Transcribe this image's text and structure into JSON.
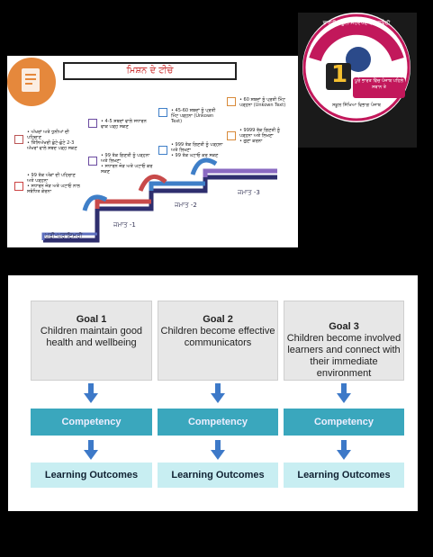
{
  "top_slide": {
    "title": "ਮਿਸ਼ਨ ਦੇ ਟੀਚੇ",
    "stages": [
      "ਪ੍ਰੀ-ਪ੍ਰਾਇਮਰੀ",
      "ਜਮਾਤ -1",
      "ਜਮਾਤ -2",
      "ਜਮਾਤ -3"
    ],
    "bullets_a": [
      "• ਅੱਖਰਾਂ ਅਤੇ ਧੁਨੀਆਂ ਦੀ ਪਹਿਚਾਣ",
      "• ਤਿੰਨਿਅੱਖਰੀ ਛੋਟੇ-ਛੋਟੇ 2-3 ਅੱਖਰਾਂ ਵਾਲੇ ਸ਼ਬਦ ਪੜ੍ਹ ਸਕਣ"
    ],
    "bullets_b": [
      "• 99 ਤੱਕ ਅੰਕਾਂ ਦੀ ਪਹਿਚਾਣ ਅਤੇ ਪੜ੍ਹਨਾ",
      "• ਸਧਾਰਨ ਜੋੜ ਅਤੇ ਘਟਾਓ ਨਾਲ ਸਬੰਧਿਤ ਕੇਰਨਾ"
    ],
    "bullets_c": [
      "• 4-5 ਸ਼ਬਦਾਂ ਵਾਲੇ ਸਧਾਰਨ ਵਾਕ ਪੜ੍ਹ ਸਕਣ"
    ],
    "bullets_d": [
      "• 99 ਤੱਕ ਗਿਣਤੀ ਨੂੰ ਪੜ੍ਹਨਾ ਅਤੇ ਲਿਖਣਾ",
      "• ਸਧਾਰਨ ਜੋੜ ਅਤੇ ਘਟਾਓ ਕਰ ਸਕਣ"
    ],
    "bullets_e": [
      "• 45-60 ਸ਼ਬਦਾਂ ਨੂੰ ਪ੍ਰਤੀ ਮਿੰਟ ਪੜ੍ਹਨਾ (Unkown Text)"
    ],
    "bullets_f": [
      "• 999 ਤੱਕ ਗਿਣਤੀ ਨੂੰ ਪੜ੍ਹਨਾ ਅਤੇ ਲਿਖਣਾ",
      "• 99 ਤੱਕ ਘਟਾਓ ਕਰ ਸਕਣ"
    ],
    "bullets_g": [
      "• 60 ਸ਼ਬਦਾਂ ਨੂੰ ਪ੍ਰਤੀ ਮਿੰਟ ਪੜ੍ਹਨਾ (Unkown Text)"
    ],
    "bullets_h": [
      "• 9999 ਤੱਕ ਗਿਣਤੀ ਨੂੰ ਪੜ੍ਹਨਾ ਅਤੇ ਲਿਖਣਾ",
      "• ਗੁਣਾ ਕਰਨਾ"
    ]
  },
  "logo": {
    "arc_text": "ਭਾਰਤੀ ਸਕੂਲ ਸਰਵੇਖਣ ਦਰਜਾਬੰਦੀ",
    "rank": "1",
    "tagline": "ਪੂਰੇ ਭਾਰਤ ਵਿੱਚ ਪੰਜਾਬ ਪਹਿਲੇ ਸਥਾਨ ਤੇ",
    "footer": "ਸਕੂਲ ਸਿੱਖਿਆ ਵਿਭਾਗ ਪੰਜਾਬ"
  },
  "bottom_slide": {
    "goals": [
      {
        "title": "Goal 1",
        "text": "Children maintain good health and wellbeing"
      },
      {
        "title": "Goal 2",
        "text": "Children become effective communicators"
      },
      {
        "title": "Goal 3",
        "text": "Children become involved learners and connect with their immediate environment"
      }
    ],
    "competency_label": "Competency",
    "outcomes_label": "Learning Outcomes"
  },
  "colors": {
    "goal_bg": "#e7e7e7",
    "competency": "#3aa7bd",
    "outcomes": "#c8eef2",
    "arrow": "#3d79c8"
  }
}
